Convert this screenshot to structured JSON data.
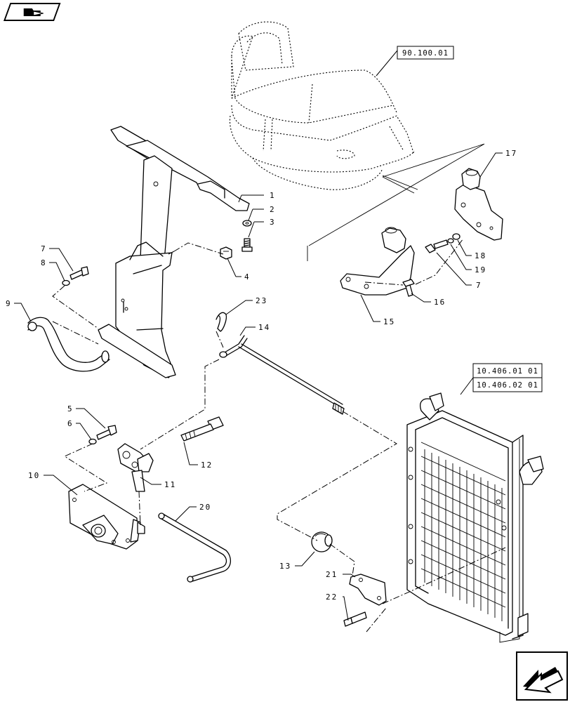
{
  "nav": {
    "top_button_icon": "folder-arrow-icon",
    "bottom_button_icon": "next-page-arrow-icon"
  },
  "references": [
    {
      "id": "ref-90-100-01",
      "label": "90.100.01"
    },
    {
      "id": "ref-10-406-01-01",
      "label": "10.406.01 01"
    },
    {
      "id": "ref-10-406-02-01",
      "label": "10.406.02 01"
    }
  ],
  "callouts": [
    {
      "id": "1",
      "label": "1"
    },
    {
      "id": "2",
      "label": "2"
    },
    {
      "id": "3",
      "label": "3"
    },
    {
      "id": "4",
      "label": "4"
    },
    {
      "id": "5",
      "label": "5"
    },
    {
      "id": "6",
      "label": "6"
    },
    {
      "id": "7a",
      "label": "7"
    },
    {
      "id": "7b",
      "label": "7"
    },
    {
      "id": "8",
      "label": "8"
    },
    {
      "id": "9",
      "label": "9"
    },
    {
      "id": "10",
      "label": "10"
    },
    {
      "id": "11",
      "label": "11"
    },
    {
      "id": "12",
      "label": "12"
    },
    {
      "id": "13",
      "label": "13"
    },
    {
      "id": "14",
      "label": "14"
    },
    {
      "id": "15",
      "label": "15"
    },
    {
      "id": "16",
      "label": "16"
    },
    {
      "id": "17",
      "label": "17"
    },
    {
      "id": "18",
      "label": "18"
    },
    {
      "id": "19",
      "label": "19"
    },
    {
      "id": "20",
      "label": "20"
    },
    {
      "id": "21",
      "label": "21"
    },
    {
      "id": "22",
      "label": "22"
    },
    {
      "id": "23",
      "label": "23"
    }
  ]
}
